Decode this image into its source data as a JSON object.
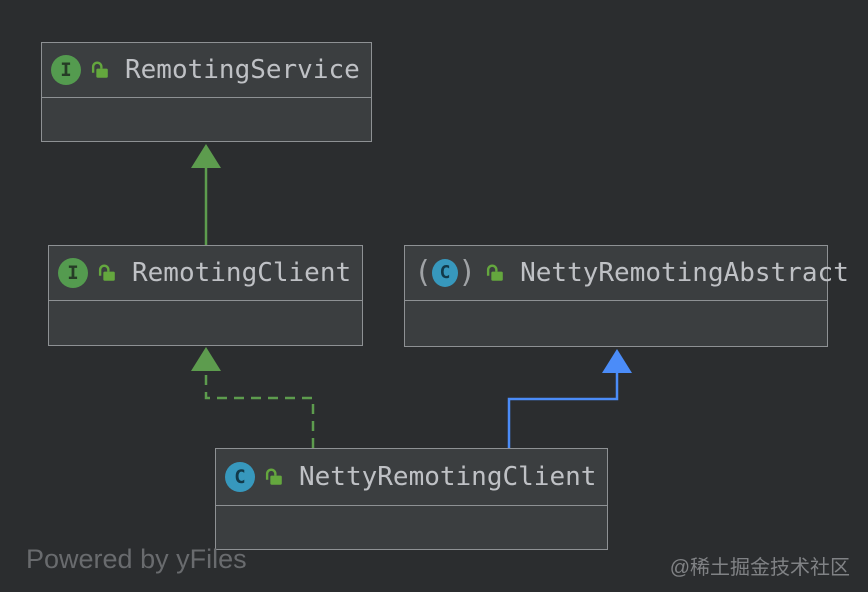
{
  "diagram": {
    "nodes": [
      {
        "label": "RemotingService",
        "kind": "interface",
        "icon_letter": "I",
        "visibility": "public"
      },
      {
        "label": "RemotingClient",
        "kind": "interface",
        "icon_letter": "I",
        "visibility": "public"
      },
      {
        "label": "NettyRemotingAbstract",
        "kind": "abstract-class",
        "icon_letter": "C",
        "visibility": "public"
      },
      {
        "label": "NettyRemotingClient",
        "kind": "class",
        "icon_letter": "C",
        "visibility": "public"
      }
    ],
    "edges": [
      {
        "from": "RemotingClient",
        "to": "RemotingService",
        "relation": "extends",
        "line": "solid",
        "color": "#5d9c4e"
      },
      {
        "from": "NettyRemotingClient",
        "to": "RemotingClient",
        "relation": "implements",
        "line": "dashed",
        "color": "#5d9c4e"
      },
      {
        "from": "NettyRemotingClient",
        "to": "NettyRemotingAbstract",
        "relation": "extends",
        "line": "solid",
        "color": "#4b8cf8"
      }
    ],
    "icon_glyphs": {
      "paren_open": "(",
      "paren_close": ")"
    }
  },
  "colors": {
    "background": "#2b2d2f",
    "node_fill": "#3b3e40",
    "node_border": "#8e9194",
    "title_text": "#bfc1c5",
    "interface_icon_green": "#549b4f",
    "class_icon_blue": "#3798bd",
    "lock_green": "#64a73e",
    "edge_green": "#5d9c4e",
    "edge_blue": "#4b8cf8"
  },
  "footer": {
    "powered_by": "Powered by yFiles",
    "watermark": "@稀土掘金技术社区"
  }
}
